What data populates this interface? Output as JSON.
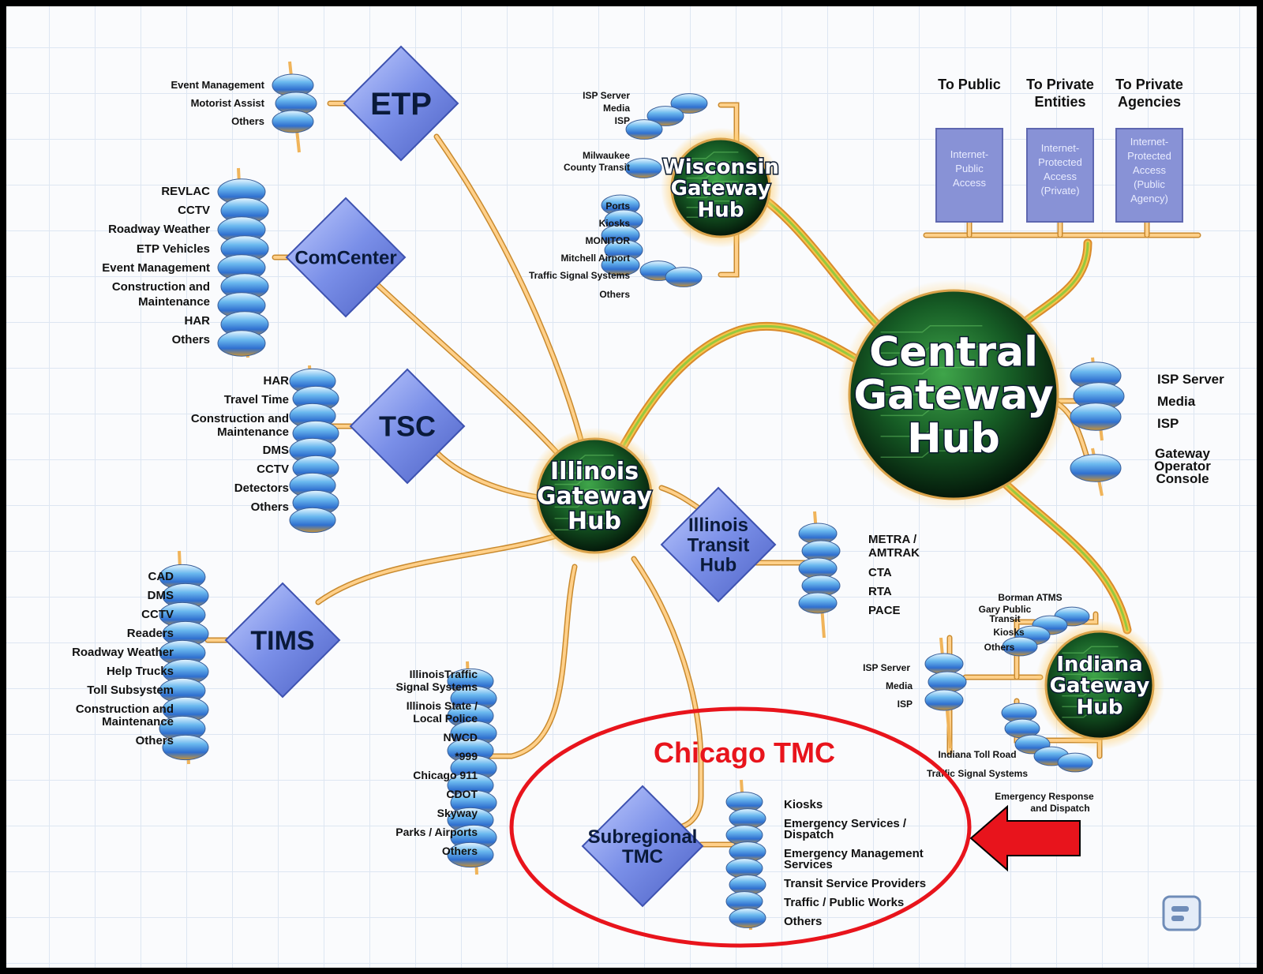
{
  "hubs": {
    "central": [
      "Central",
      "Gateway",
      "Hub"
    ],
    "illinois": [
      "Illinois",
      "Gateway",
      "Hub"
    ],
    "wisconsin": [
      "Wisconsin",
      "Gateway",
      "Hub"
    ],
    "indiana": [
      "Indiana",
      "Gateway",
      "Hub"
    ]
  },
  "nodes": {
    "etp": {
      "title": "ETP",
      "items": [
        "Event Management",
        "Motorist Assist",
        "Others"
      ]
    },
    "comcenter": {
      "title": "ComCenter",
      "items": [
        "REVLAC",
        "CCTV",
        "Roadway Weather",
        "ETP Vehicles",
        "Event Management",
        "Construction and",
        "Maintenance",
        "HAR",
        "Others"
      ]
    },
    "tsc": {
      "title": "TSC",
      "items": [
        "HAR",
        "Travel Time",
        "Construction and",
        "Maintenance",
        "DMS",
        "CCTV",
        "Detectors",
        "Others"
      ]
    },
    "tims": {
      "title": "TIMS",
      "items": [
        "CAD",
        "DMS",
        "CCTV",
        "Readers",
        "Roadway Weather",
        "Help Trucks",
        "Toll Subsystem",
        "Construction and",
        "Maintenance",
        "Others"
      ]
    },
    "transit": {
      "title": [
        "Illinois",
        "Transit",
        "Hub"
      ],
      "items": [
        "METRA /",
        "AMTRAK",
        "CTA",
        "RTA",
        "PACE"
      ]
    },
    "subregional": {
      "title": [
        "Subregional",
        "TMC"
      ],
      "items": [
        "Kiosks",
        "Emergency Services /",
        "Dispatch",
        "Emergency Management",
        "Services",
        "Transit Service Providers",
        "Traffic / Public Works",
        "Others"
      ]
    }
  },
  "illinois_list": [
    "IllinoisTraffic",
    "Signal Systems",
    "Illinois State /",
    "Local Police",
    "NWCD",
    "*999",
    "Chicago 911",
    "CDOT",
    "Skyway",
    "Parks / Airports",
    "Others"
  ],
  "wisconsin_list": [
    "ISP Server",
    "Media",
    "ISP",
    "Milwaukee",
    "County Transit",
    "Ports",
    "Kiosks",
    "MONITOR",
    "Mitchell Airport",
    "Traffic Signal Systems",
    "Others"
  ],
  "central_list": [
    "ISP Server",
    "Media",
    "ISP",
    "Gateway",
    "Operator",
    "Console"
  ],
  "indiana_list": [
    "Borman ATMS",
    "Gary Public",
    "Transit",
    "Kiosks",
    "Others",
    "ISP Server",
    "Media",
    "ISP",
    "Indiana Toll Road",
    "Traffic Signal Systems",
    "Emergency Response",
    "and Dispatch"
  ],
  "access": [
    {
      "heading": [
        "To Public"
      ],
      "box": [
        "Internet-",
        "Public",
        "Access"
      ]
    },
    {
      "heading": [
        "To Private",
        "Entities"
      ],
      "box": [
        "Internet-",
        "Protected",
        "Access",
        "(Private)"
      ]
    },
    {
      "heading": [
        "To Private",
        "Agencies"
      ],
      "box": [
        "Internet-",
        "Protected",
        "Access",
        "(Public",
        "Agency)"
      ]
    }
  ],
  "annotation": {
    "label": "Chicago TMC",
    "color": "#e8141c"
  },
  "colors": {
    "node": "#7a8fe8",
    "line": "#f5b25a",
    "hub_glow": "#ffcc66",
    "access_box": "#8a94d8"
  },
  "icons": [
    "logo-icon"
  ]
}
